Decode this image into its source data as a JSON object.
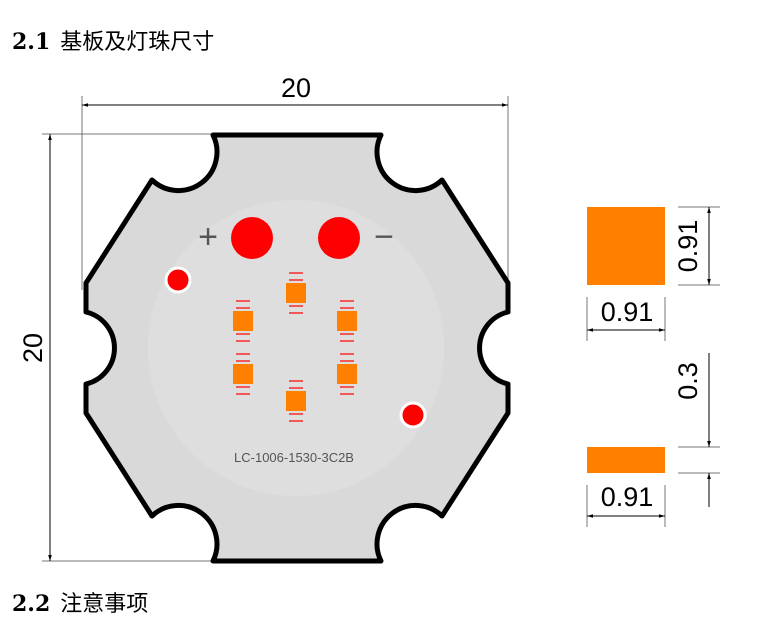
{
  "section": {
    "number": "2.1",
    "title": "基板及灯珠尺寸"
  },
  "next_section": {
    "number": "2.2",
    "title": "注意事项"
  },
  "board": {
    "width_dim": "20",
    "height_dim": "20",
    "plus_sign": "+",
    "minus_sign": "−",
    "model_label": "LC-1006-1530-3C2B",
    "led_count": 6
  },
  "led_detail": {
    "square_width": "0.91",
    "square_height": "0.91",
    "pad_gap": "0.3",
    "pad_width": "0.91"
  },
  "colors": {
    "led": "#ff8000",
    "pad": "#ff0000",
    "board": "#d9d9d9"
  }
}
